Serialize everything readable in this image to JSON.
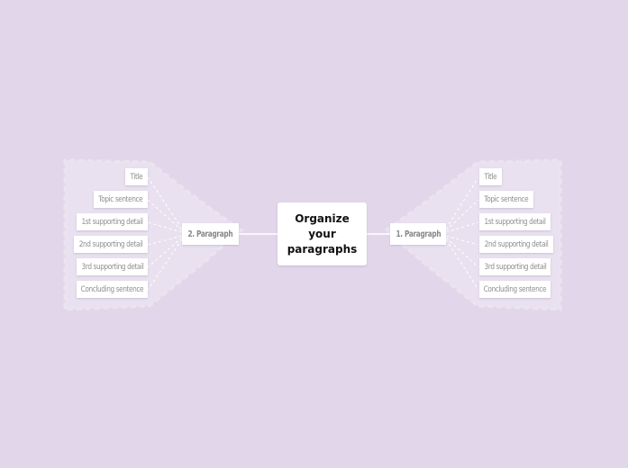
{
  "central": {
    "label": "Organize your paragraphs"
  },
  "branches": [
    {
      "label": "1. Paragraph",
      "side": "right",
      "children": [
        {
          "label": "Title"
        },
        {
          "label": "Topic sentence"
        },
        {
          "label": "1st supporting detail"
        },
        {
          "label": "2nd supporting detail"
        },
        {
          "label": "3rd supporting detail"
        },
        {
          "label": "Concluding sentence"
        }
      ]
    },
    {
      "label": "2. Paragraph",
      "side": "left",
      "children": [
        {
          "label": "Title"
        },
        {
          "label": "Topic sentence"
        },
        {
          "label": "1st supporting detail"
        },
        {
          "label": "2nd supporting detail"
        },
        {
          "label": "3rd supporting detail"
        },
        {
          "label": "Concluding sentence"
        }
      ]
    }
  ],
  "colors": {
    "background": "#e2d7ea",
    "region": "#e9e1ef",
    "node": "#ffffff",
    "link": "#ffffff"
  }
}
